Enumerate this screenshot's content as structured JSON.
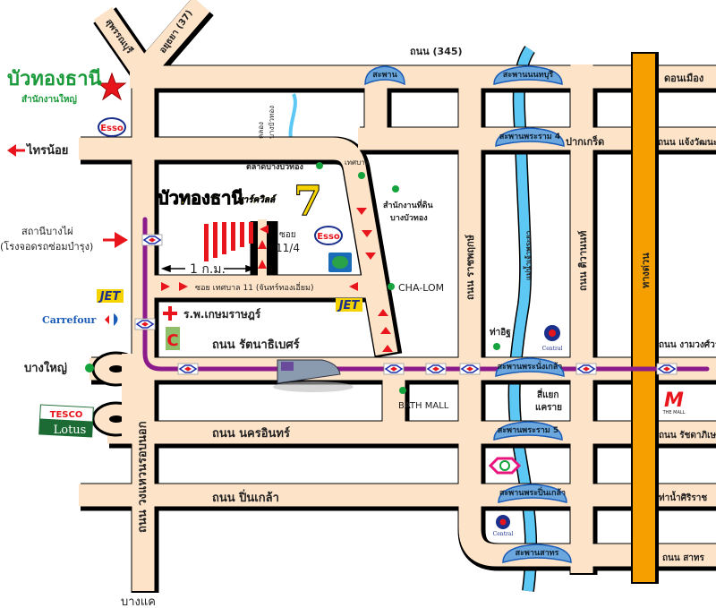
{
  "colors": {
    "road": "#fde3c8",
    "road_outline": "#000000",
    "river": "#5ec8f5",
    "expressway": "#f5a000",
    "rail": "#8b1a8b",
    "arrow": "#e8161c",
    "poi_dot": "#14a33c",
    "bridge": "#6ba7dc",
    "title_green": "#1a9a3a"
  },
  "header": {
    "company": "บัวทองธานี",
    "subtitle": "สำนักงานใหญ่",
    "star_icon": "red-star"
  },
  "project": {
    "name": "บัวทองธานี",
    "suffix": "พาร์ควิลล์",
    "number": "7",
    "scale": "1 ก.ม."
  },
  "roads": {
    "suphanburi": "สุพรรณบุรี",
    "ayutthaya": "อยุธยา (37)",
    "r345": "ถนน (345)",
    "don_mueang": "ดอนเมือง",
    "pak_kret": "ปากเกร็ด",
    "chaengwattana": "ถนน แจ้งวัฒนะ",
    "ngamwongwan": "ถนน งามวงศ์วาน",
    "ratchadaphisek": "ถนน รัชดาภิเษก",
    "siriraj": "ท่าน้ำศิริราช",
    "sathorn": "ถนน สาทร",
    "ratchaphruek": "ถนน ราชพฤกษ์",
    "tiwanon": "ถนน ติวานนท์",
    "expressway": "ทางด่วน",
    "river": "แม่น้ำเจ้าพระยา",
    "ring_road": "ถนน วงแหวนรอบนอก",
    "rattanathibet": "ถนน รัตนาธิเบศร์",
    "nakhon_in": "ถนน นครอินทร์",
    "pinklao": "ถนน ปิ่นเกล้า",
    "soi_11": "ซอย เทศบาล 11 (จันทร์ทองเอี่ยม)",
    "soi_11_4_a": "ซอย",
    "soi_11_4_b": "11/4",
    "canal_a": "คลอง",
    "canal_b": "บางบัวทอง",
    "thetsaban": "เทศบาล"
  },
  "bridges": [
    "สะพาน",
    "สะพานนนทบุรี",
    "สะพานพระราม 4",
    "สะพานพระนั่งเกล้า",
    "สะพานพระราม 5",
    "สะพานพระปิ่นเกล้า",
    "สะพานสาทร"
  ],
  "places": {
    "sai_noi": "ไทรน้อย",
    "bang_phai_a": "สถานีบางไผ่",
    "bang_phai_b": "(โรงจอดรถซ่อมบำรุง)",
    "market": "ตลาดบางบัวทอง",
    "land_office_a": "สำนักงานที่ดิน",
    "land_office_b": "บางบัวทอง",
    "cha_lom": "CHA-LOM",
    "hospital": "ร.พ.เกษมราษฎร์",
    "bang_yai": "บางใหญ่",
    "tha_it": "ท่าอิฐ",
    "bath_mall": "BATH MALL",
    "khae_rai_a": "สี่แยก",
    "khae_rai_b": "แคราย",
    "bang_khae": "บางแค"
  },
  "brands": {
    "esso": "Esso",
    "jet": "JET",
    "carrefour": "Carrefour",
    "tesco": "TESCO",
    "lotus": "Lotus",
    "central": "Central",
    "the_mall": "THE MALL"
  }
}
